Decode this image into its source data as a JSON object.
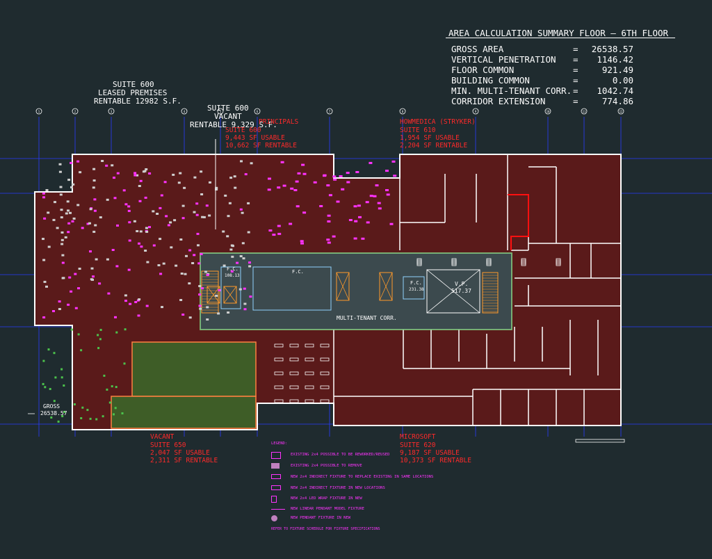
{
  "summary": {
    "title": "AREA CALCULATION SUMMARY FLOOR –     6TH FLOOR",
    "rows": [
      {
        "label": "GROSS AREA",
        "eq": "=",
        "value": "26538.57"
      },
      {
        "label": "VERTICAL PENETRATION",
        "eq": "=",
        "value": "1146.42"
      },
      {
        "label": "FLOOR COMMON",
        "eq": "=",
        "value": "921.49"
      },
      {
        "label": "BUILDING COMMON",
        "eq": "=",
        "value": "0.00"
      },
      {
        "label": "MIN. MULTI-TENANT CORR.",
        "eq": "=",
        "value": "1042.74"
      },
      {
        "label": "CORRIDOR EXTENSION",
        "eq": "=",
        "value": "774.86"
      }
    ]
  },
  "suite600_leased": {
    "line1": "SUITE 600",
    "line2": "LEASED PREMISES",
    "line3": "RENTABLE 12982 S.F."
  },
  "suite600_vacant": {
    "line1": "SUITE 600",
    "line2": "VACANT",
    "line3": "RENTABLE 9,329 S.F."
  },
  "tenants": {
    "principals": {
      "name": "PRINCIPALS",
      "suite": "SUITE 600",
      "usable": "9,443 SF USABLE",
      "rentable": "10,662 SF RENTABLE"
    },
    "howmedica": {
      "name": "HOWMEDICA (STRYKER)",
      "suite": "SUITE 610",
      "usable": "1,954 SF USABLE",
      "rentable": "2,204 SF RENTABLE"
    },
    "vacant650": {
      "name": "VACANT",
      "suite": "SUITE 650",
      "usable": "2,047 SF USABLE",
      "rentable": "2,311 SF RENTABLE"
    },
    "microsoft": {
      "name": "MICROSOFT",
      "suite": "SUITE 620",
      "usable": "9,187 SF USABLE",
      "rentable": "10,373 SF RENTABLE"
    }
  },
  "gross_tag": {
    "label": "GROSS",
    "value": "26538.57"
  },
  "core_labels": {
    "fc1": "F.C.",
    "fc1_val": "108.13",
    "fc2": "F.C.",
    "fc3": "F.C.",
    "fc3_val": "231.38",
    "vp_label": "V.P.",
    "vp_value": "517.37",
    "corridor": "MULTI-TENANT CORR."
  },
  "legend": {
    "title": "LEGEND:",
    "items": [
      "EXISTING 2x4 POSSIBLE TO BE REWORKED/REUSED",
      "EXISTING 2x4 POSSIBLE TO REMOVE",
      "NEW 2x4 INDIRECT FIXTURE TO REPLACE EXISTING IN SAME LOCATIONS",
      "NEW 2x4 INDIRECT FIXTURE IN NEW LOCATIONS",
      "NEW 2x4 LED WRAP FIXTURE IN NEW",
      "NEW LINEAR PENDANT MODEL FIXTURE",
      "NEW PENDANT FIXTURE IN NEW"
    ],
    "note": "REFER TO FIXTURE SCHEDULE FOR FIXTURE SPECIFICATIONS"
  },
  "colors": {
    "background": "#1f2b2f",
    "red": "#ff2a2a",
    "magenta": "#ff33ff",
    "green": "#4cc24c",
    "white": "#ffffff",
    "blue": "#2a3cff",
    "cyan": "#8fd3ff"
  },
  "grid_bubbles": [
    "1",
    "2",
    "3",
    "4",
    "5",
    "6",
    "7",
    "8",
    "9",
    "10",
    "11",
    "12"
  ]
}
